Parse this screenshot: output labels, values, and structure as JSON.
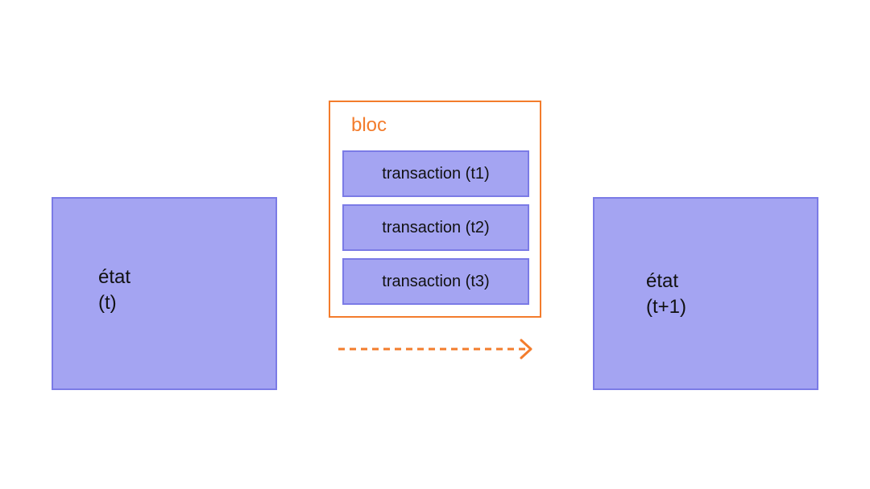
{
  "colors": {
    "state_fill": "#a4a4f2",
    "state_border": "#7b7be6",
    "block_accent": "#f37c2c"
  },
  "state_before": {
    "line1": "état",
    "line2": "(t)"
  },
  "block": {
    "label": "bloc",
    "transactions": [
      {
        "label": "transaction (t1)"
      },
      {
        "label": "transaction (t2)"
      },
      {
        "label": "transaction (t3)"
      }
    ]
  },
  "state_after": {
    "line1": "état",
    "line2": "(t+1)"
  },
  "connector": {
    "style": "dashed",
    "icon": "arrow-right-icon"
  }
}
